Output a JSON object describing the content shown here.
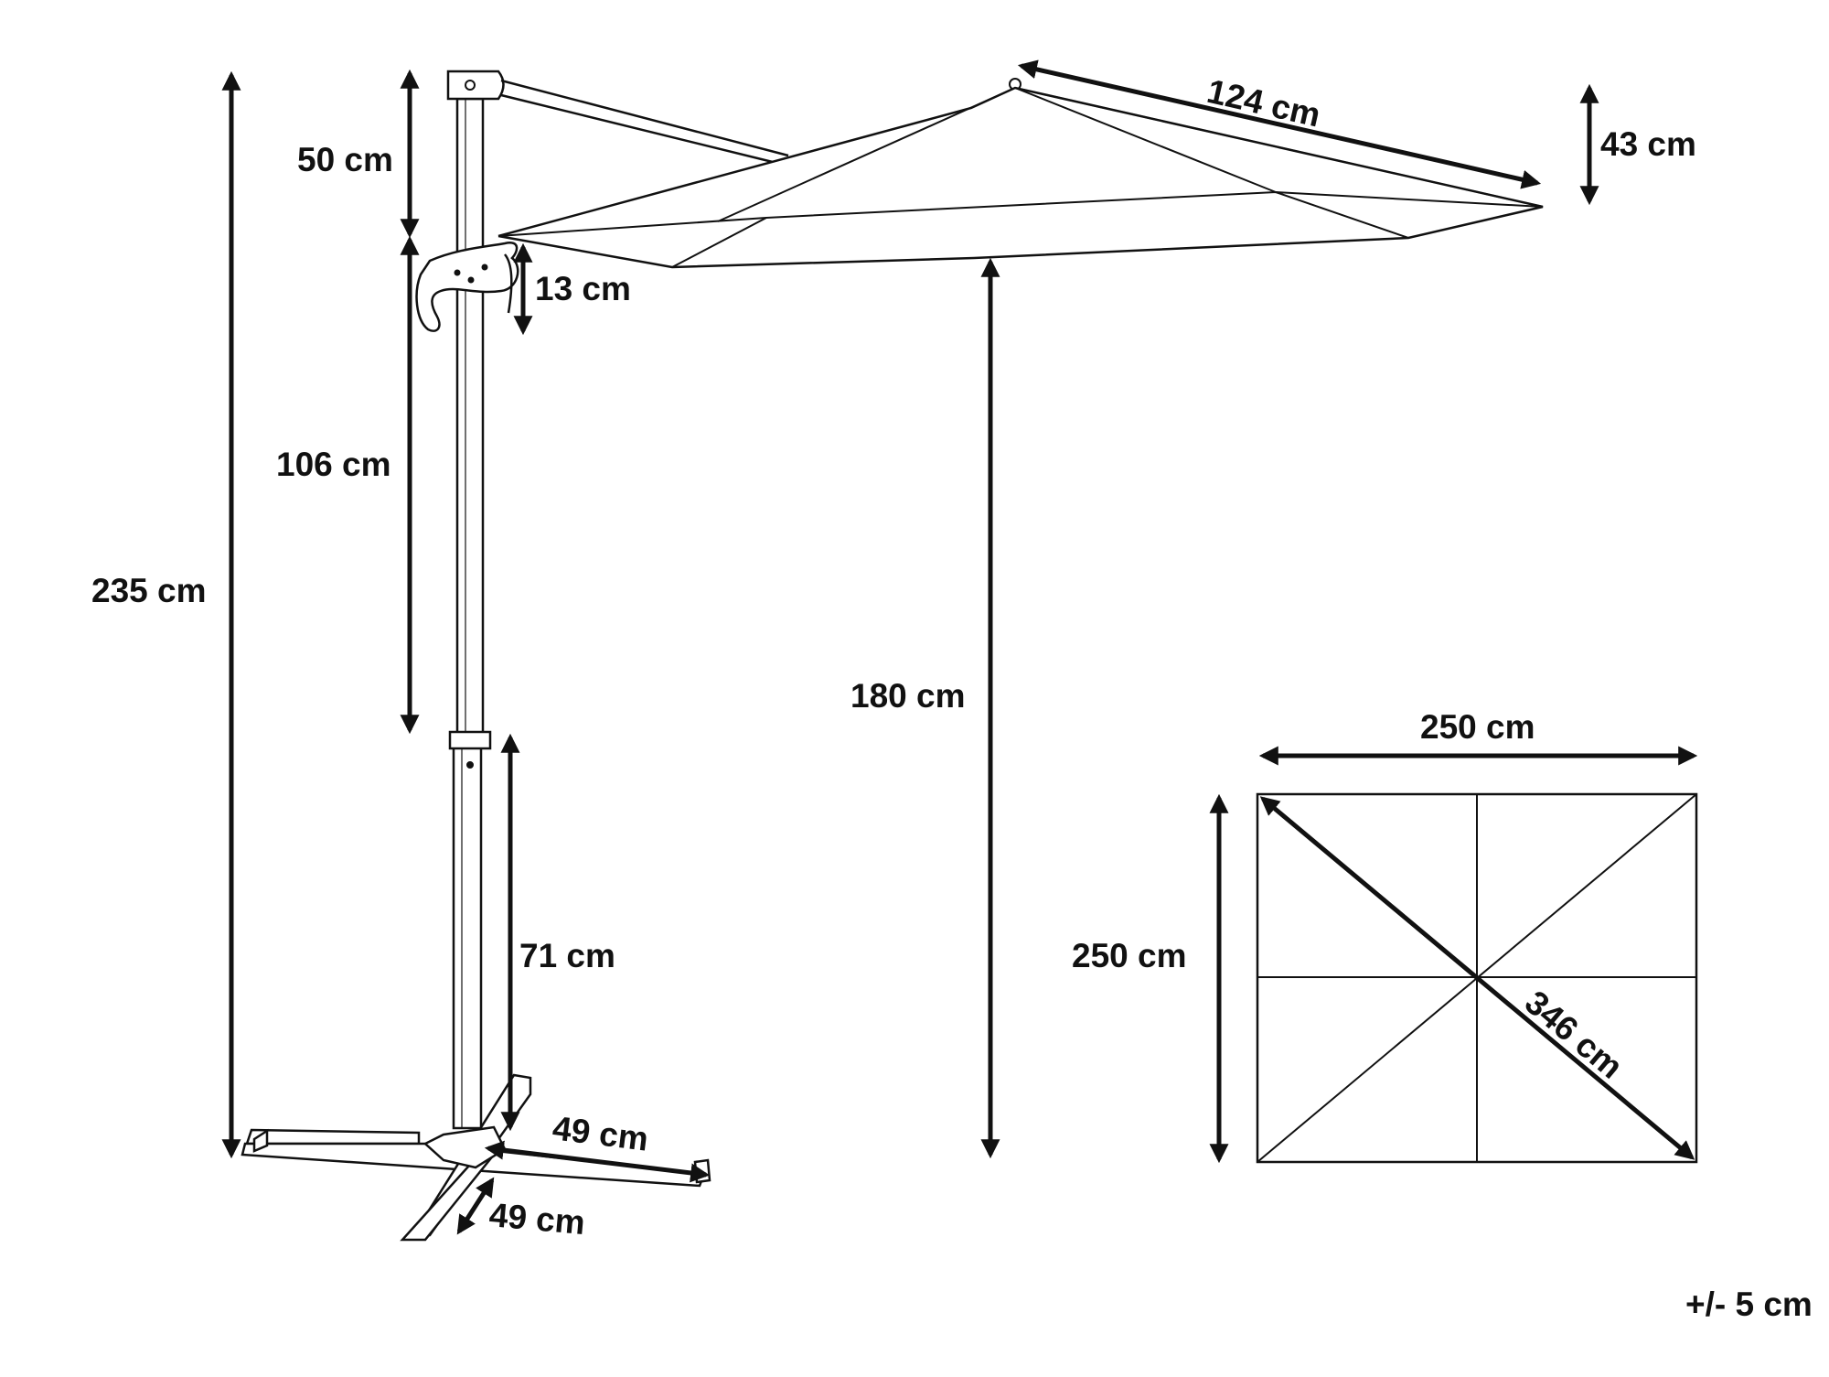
{
  "colors": {
    "line": "#111111",
    "background": "#ffffff"
  },
  "dimensions": {
    "total_height": "235 cm",
    "top_section": "50 cm",
    "middle_section": "106 cm",
    "handle": "13 cm",
    "lower_section": "71 cm",
    "rib_length": "124 cm",
    "canopy_depth": "43 cm",
    "clearance_height": "180 cm",
    "base_width_a": "49 cm",
    "base_width_b": "49 cm",
    "canopy_width": "250 cm",
    "canopy_depth_top": "250 cm",
    "canopy_diagonal": "346 cm"
  },
  "tolerance": "+/- 5 cm"
}
